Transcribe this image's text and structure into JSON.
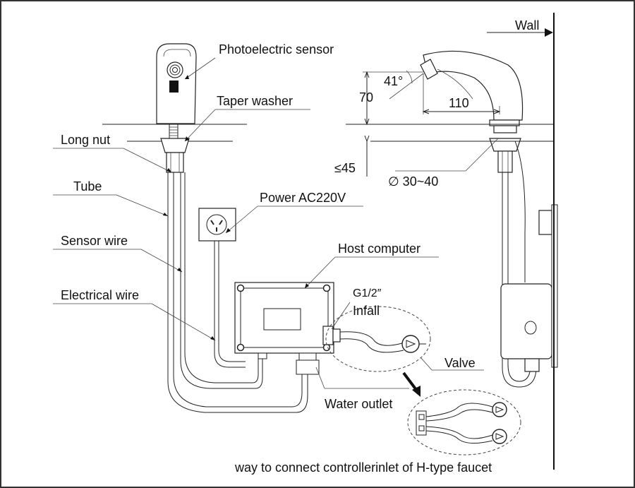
{
  "labels": {
    "photoelectric_sensor": "Photoelectric sensor",
    "taper_washer": "Taper washer",
    "long_nut": "Long nut",
    "tube": "Tube",
    "sensor_wire": "Sensor wire",
    "electrical_wire": "Electrical wire",
    "power": "Power AC220V",
    "host_computer": "Host computer",
    "thread": "G1/2″",
    "infall": "Infall",
    "valve": "Valve",
    "water_outlet": "Water outlet",
    "wall": "Wall",
    "caption": "way to connect controllerinlet of H-type faucet"
  },
  "dimensions": {
    "angle": "41°",
    "height": "70",
    "reach": "110",
    "thickness": "≤45",
    "hole_diameter": "∅ 30~40"
  }
}
